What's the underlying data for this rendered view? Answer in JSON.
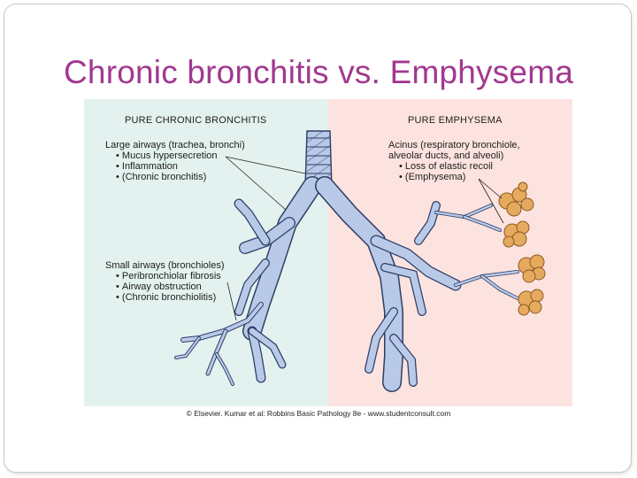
{
  "slide": {
    "title": "Chronic bronchitis vs. Emphysema",
    "title_color": "#a2388f",
    "credit": "© Elsevier. Kumar et al: Robbins Basic Pathology 8e - www.studentconsult.com"
  },
  "figure": {
    "left_panel": {
      "heading": "PURE CHRONIC BRONCHITIS",
      "background": "#e3f2ef",
      "large_airways": {
        "label": "Large airways (trachea, bronchi)",
        "bullets": [
          "Mucus hypersecretion",
          "Inflammation",
          "(Chronic bronchitis)"
        ]
      },
      "small_airways": {
        "label": "Small airways (bronchioles)",
        "bullets": [
          "Peribronchiolar fibrosis",
          "Airway obstruction",
          "(Chronic bronchiolitis)"
        ]
      }
    },
    "right_panel": {
      "heading": "PURE EMPHYSEMA",
      "background": "#fde3df",
      "acinus": {
        "label_line1": "Acinus (respiratory bronchiole,",
        "label_line2": "alveolar ducts, and alveoli)",
        "bullets": [
          "Loss of elastic recoil",
          "(Emphysema)"
        ]
      }
    },
    "colors": {
      "airway_fill": "#b9c9e8",
      "airway_stroke": "#2d3e66",
      "alveoli_fill": "#e6aa5e",
      "alveoli_stroke": "#8a5a22"
    }
  }
}
